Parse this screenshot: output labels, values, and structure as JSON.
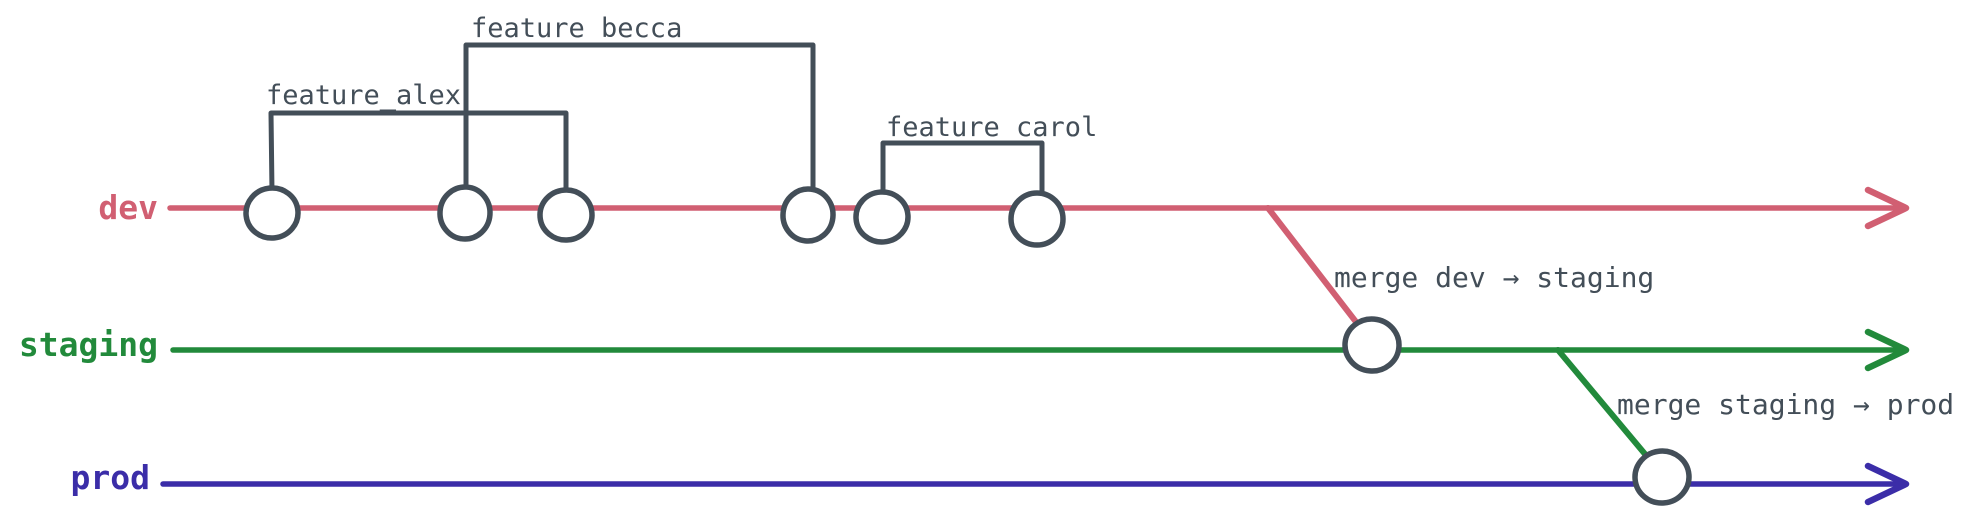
{
  "colors": {
    "dev": "#d15f72",
    "staging": "#228a3b",
    "prod": "#3b2da8",
    "node_stroke": "#434e58",
    "annotation_text": "#434e58",
    "background": "#ffffff"
  },
  "branches": {
    "dev": {
      "label": "dev"
    },
    "staging": {
      "label": "staging"
    },
    "prod": {
      "label": "prod"
    }
  },
  "features": [
    {
      "label": "feature_alex",
      "branch_commit": 1,
      "merge_commit": 3
    },
    {
      "label": "feature_becca",
      "branch_commit": 2,
      "merge_commit": 4
    },
    {
      "label": "feature_carol",
      "branch_commit": 5,
      "merge_commit": 6
    }
  ],
  "merges": [
    {
      "label": "merge dev → staging",
      "from": "dev",
      "to": "staging"
    },
    {
      "label": "merge staging → prod",
      "from": "staging",
      "to": "prod"
    }
  ],
  "commit_counts": {
    "dev": 6,
    "staging": 1,
    "prod": 1
  }
}
